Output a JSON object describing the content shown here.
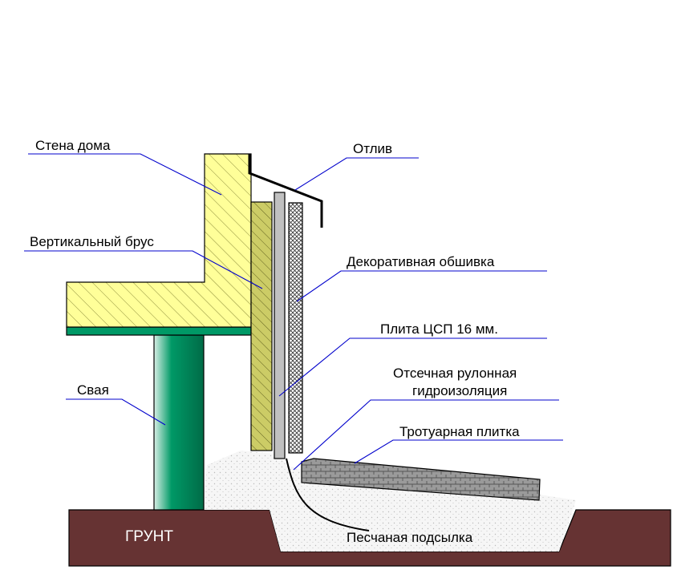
{
  "labels": {
    "wall": "Стена дома",
    "drip": "Отлив",
    "beam": "Вертикальный брус",
    "cladding": "Декоративная обшивка",
    "board": "Плита ЦСП 16 мм.",
    "waterproof_line1": "Отсечная рулонная",
    "waterproof_line2": "гидроизоляция",
    "pile": "Свая",
    "paving": "Тротуарная плитка",
    "sand": "Песчаная подсылка",
    "ground": "ГРУНТ"
  },
  "colors": {
    "wood": "#ffff99",
    "beam_wood": "#cccc66",
    "pile": "#009966",
    "floor_strip": "#009966",
    "ground": "#663333",
    "leader": "#0000cc",
    "board": "#c0c0c0",
    "paving": "#999999"
  }
}
